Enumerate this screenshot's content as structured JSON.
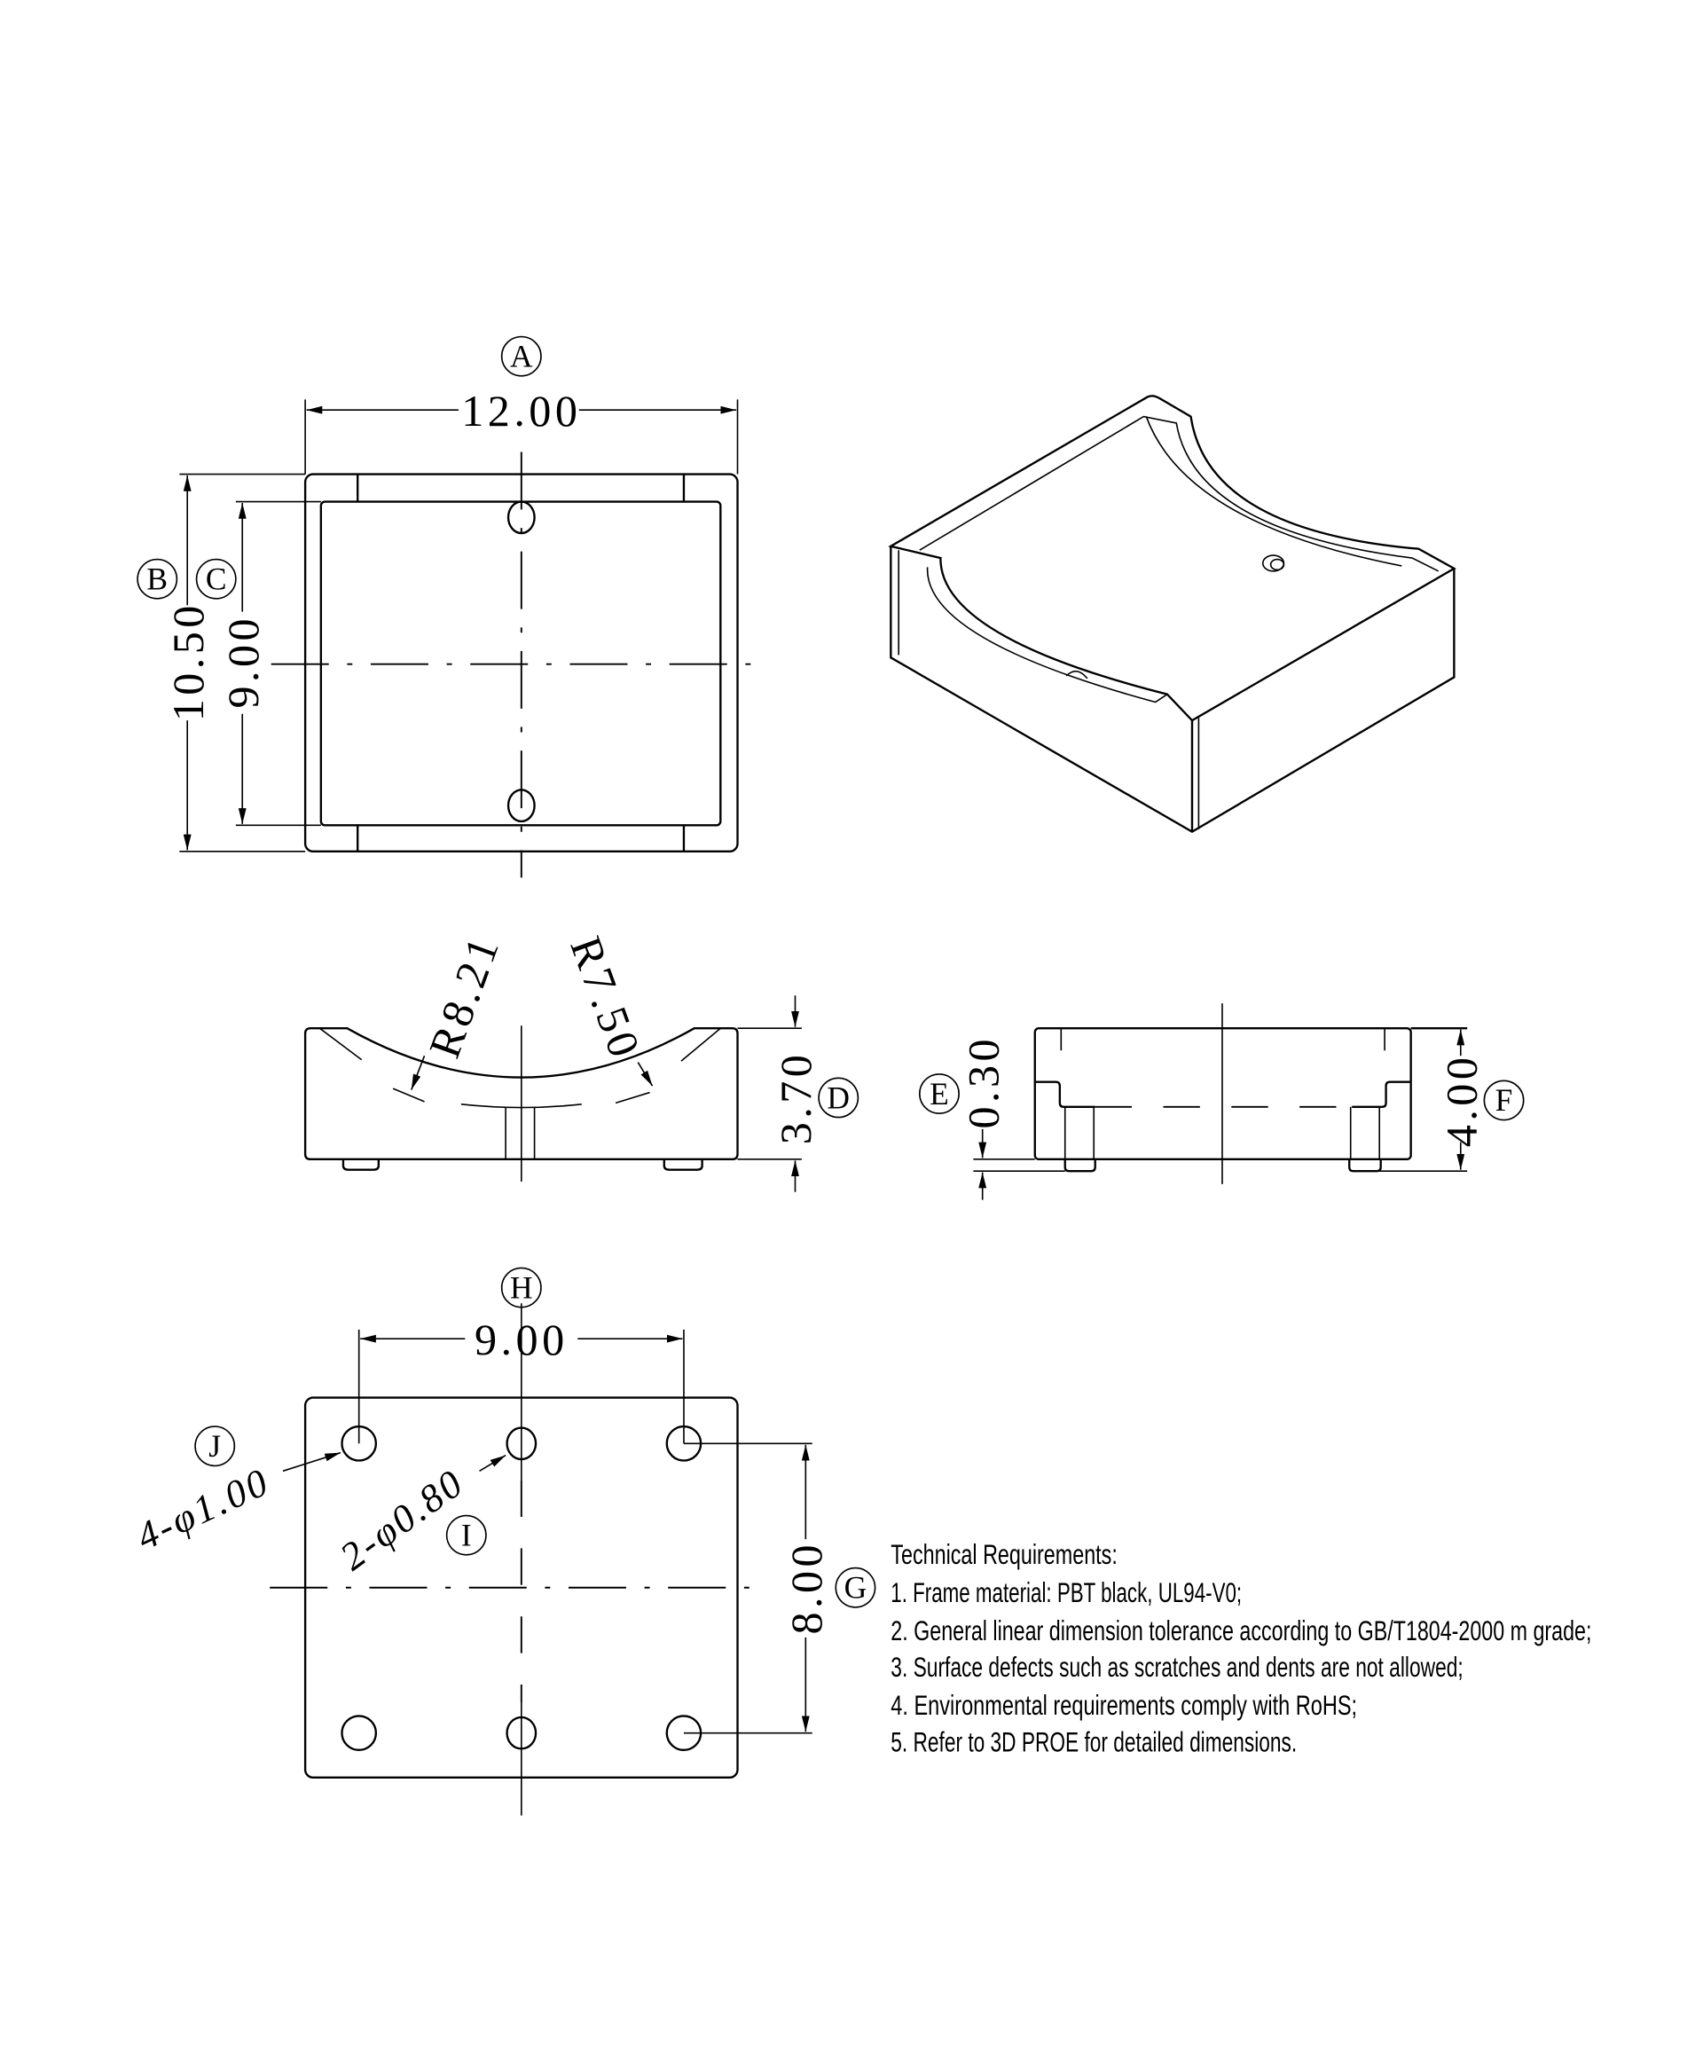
{
  "drawing": {
    "top_view": {
      "width_dim": "12.00",
      "width_tag": "A",
      "height_dim": "10.50",
      "height_tag": "B",
      "inner_dim": "9.00",
      "inner_tag": "C"
    },
    "front_view": {
      "r_outer": "R8.21",
      "r_inner": "R7.50",
      "height_dim": "3.70",
      "height_tag": "D"
    },
    "side_view": {
      "standoff_dim": "0.30",
      "standoff_tag": "E",
      "height_dim": "4.00",
      "height_tag": "F"
    },
    "bottom_view": {
      "pitch_x_dim": "9.00",
      "pitch_x_tag": "H",
      "pitch_y_dim": "8.00",
      "pitch_y_tag": "G",
      "big_holes": "4-φ1.00",
      "big_holes_tag": "J",
      "small_holes": "2-φ0.80",
      "small_holes_tag": "I"
    },
    "requirements": {
      "title": "Technical Requirements:",
      "items": [
        "1. Frame material: PBT black, UL94-V0;",
        "2. General linear dimension tolerance according to GB/T1804-2000 m grade;",
        "3. Surface defects such as scratches and dents are not allowed;",
        "4. Environmental requirements comply with RoHS;",
        "5. Refer to 3D PROE for detailed dimensions."
      ]
    }
  }
}
